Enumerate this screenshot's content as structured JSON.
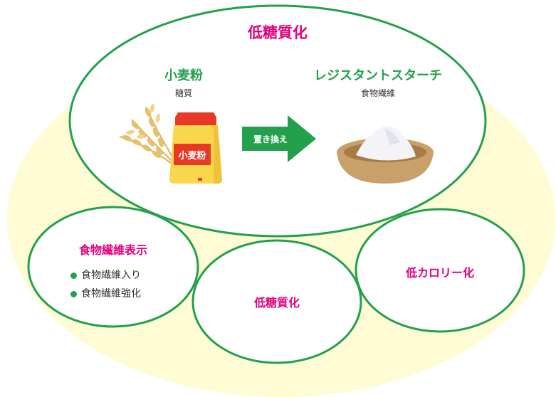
{
  "colors": {
    "background_blob": "#fffbd5",
    "circle_stroke": "#22a04b",
    "title_pink": "#e4007f",
    "heading_green": "#22a04b",
    "arrow_green": "#22a04b",
    "bag_yellow": "#f8d84a",
    "bag_red": "#e83828",
    "bowl_brown": "#c8a06a"
  },
  "main": {
    "title": "低糖質化",
    "left": {
      "heading": "小麦粉",
      "sub": "糖質",
      "bag_label": "小麦粉"
    },
    "arrow_label": "置き換え",
    "right": {
      "heading": "レジスタントスターチ",
      "sub": "食物繊維"
    }
  },
  "bottom": {
    "left": {
      "title": "食物繊維表示",
      "items": [
        "食物繊維入り",
        "食物繊維強化"
      ]
    },
    "center": {
      "title": "低糖質化"
    },
    "right": {
      "title": "低カロリー化"
    }
  },
  "icons": [
    "wheat-icon",
    "flour-bag-icon",
    "arrow-right-icon",
    "starch-bowl-icon"
  ]
}
